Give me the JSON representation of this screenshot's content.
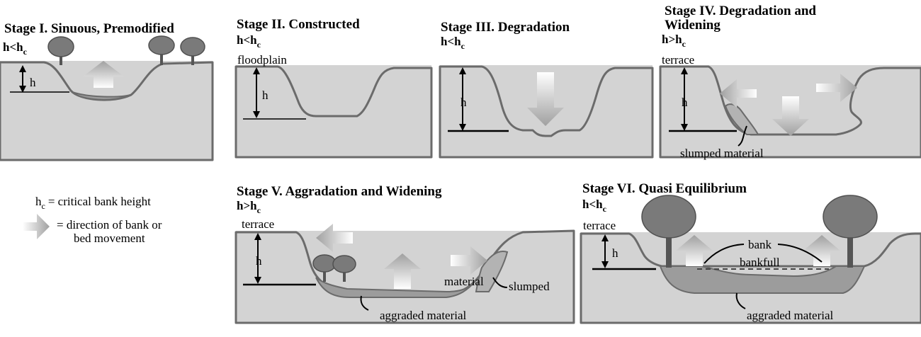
{
  "panels": [
    {
      "title": "Stage I. Sinuous, Premodified",
      "h_label": "h",
      "criterion_h": "h<h",
      "criterion_sub": "c"
    },
    {
      "title": "Stage II. Constructed",
      "h_label": "h",
      "criterion_h": "h<h",
      "criterion_sub": "c",
      "surface_label": "floodplain"
    },
    {
      "title": "Stage III. Degradation",
      "h_label": "h",
      "criterion_h": "h<h",
      "criterion_sub": "c"
    },
    {
      "title_line1": "Stage IV. Degradation and",
      "title_line2": "Widening",
      "h_label": "h",
      "criterion_h": "h>h",
      "criterion_sub": "c",
      "surface_label": "terrace",
      "slumped_label": "slumped material"
    },
    {
      "title": "Stage V. Aggradation and Widening",
      "h_label": "h",
      "criterion_h": "h>h",
      "criterion_sub": "c",
      "surface_label": "terrace",
      "material_label": "material",
      "slumped_label": "slumped",
      "aggraded_label": "aggraded material"
    },
    {
      "title": "Stage VI. Quasi Equilibrium",
      "h_label": "h",
      "criterion_h": "h<h",
      "criterion_sub": "c",
      "surface_label": "terrace",
      "bank_label": "bank",
      "bankfull_label": "bankfull",
      "aggraded_label": "aggraded material"
    }
  ],
  "legend": {
    "hc_symbol": "h",
    "hc_sub": "c",
    "hc_text": "= critical bank height",
    "arrow_text_line1": "= direction of bank or",
    "arrow_text_line2": "bed movement"
  },
  "colors": {
    "ground": "#d3d3d3",
    "bank_outline": "#6b6b6b",
    "sediment": "#9c9c9c",
    "arrow": "#a8a8a8"
  }
}
